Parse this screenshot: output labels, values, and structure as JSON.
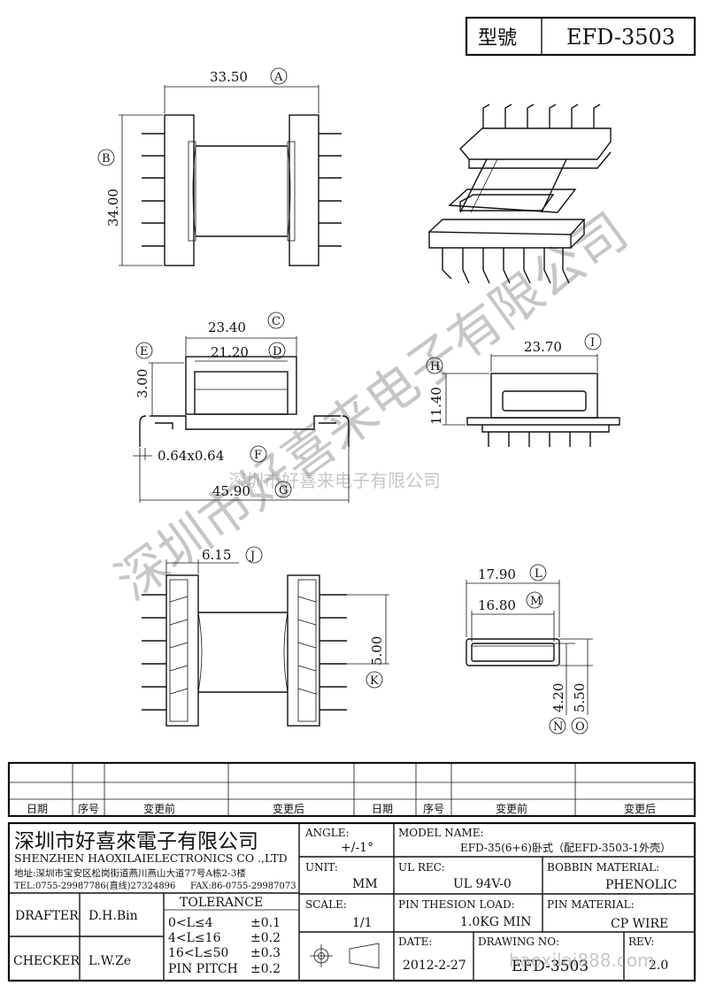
{
  "header": {
    "model_label": "型號",
    "model_value": "EFD-3503"
  },
  "dims": {
    "A": {
      "value": "33.50",
      "letter": "A"
    },
    "B": {
      "value": "34.00",
      "letter": "B"
    },
    "C": {
      "value": "23.40",
      "letter": "C"
    },
    "D": {
      "value": "21.20",
      "letter": "D"
    },
    "E": {
      "value": "3.00",
      "letter": "E"
    },
    "F": {
      "value": "0.64x0.64",
      "letter": "F"
    },
    "G": {
      "value": "45.90",
      "letter": "G"
    },
    "H": {
      "value": "11.40",
      "letter": "H"
    },
    "I": {
      "value": "23.70",
      "letter": "I"
    },
    "J": {
      "value": "6.15",
      "letter": "J"
    },
    "K": {
      "value": "5.00",
      "letter": "K"
    },
    "L": {
      "value": "17.90",
      "letter": "L"
    },
    "M": {
      "value": "16.80",
      "letter": "M"
    },
    "N": {
      "value": "4.20",
      "letter": "N"
    },
    "O": {
      "value": "5.50",
      "letter": "O"
    }
  },
  "watermark": {
    "diagonal": "深圳市好喜来电子有限公司",
    "horizontal": "深圳市好喜来电子有限公司",
    "site": "haoxilai888.com"
  },
  "revision": {
    "headers": [
      "日期",
      "序号",
      "变更前",
      "变更后",
      "日期",
      "序号",
      "变更前",
      "变更后"
    ]
  },
  "company": {
    "name_cn": "深圳市好喜來電子有限公司",
    "name_en": "SHENZHEN HAOXILAIELECTRONICS CO .,LTD",
    "address": "地址:深圳市宝安区松岗街道燕川燕山大道77号A栋2-3楼",
    "tel": "TEL:0755-29987786(直线)27324896",
    "fax": "FAX:86-0755-29987073"
  },
  "titleblock": {
    "angle_label": "ANGLE:",
    "angle_value": "+/-1°",
    "model_name_label": "MODEL NAME:",
    "model_name_value": "EFD-35(6+6)卧式（配EFD-3503-1外壳）",
    "unit_label": "UNIT:",
    "unit_value": "MM",
    "ul_label": "UL REC:",
    "ul_value": "UL 94V-0",
    "bobbin_label": "BOBBIN MATERIAL:",
    "bobbin_value": "PHENOLIC",
    "scale_label": "SCALE:",
    "scale_value": "1/1",
    "load_label": "PIN THESION LOAD:",
    "load_value": "1.0KG MIN",
    "pin_label": "PIN MATERIAL:",
    "pin_value": "CP  WIRE",
    "date_label": "DATE:",
    "date_value": "2012-2-27",
    "drawing_label": "DRAWING NO:",
    "drawing_value": "EFD-3503",
    "rev_label": "REV:",
    "rev_value": "2.0",
    "drafter_label": "DRAFTER",
    "drafter_value": "D.H.Bin",
    "checker_label": "CHECKER",
    "checker_value": "L.W.Ze",
    "tolerance_label": "TOLERANCE",
    "tol_rows": [
      {
        "range": "0<L≤4",
        "tol": "±0.1"
      },
      {
        "range": "4<L≤16",
        "tol": "±0.2"
      },
      {
        "range": "16<L≤50",
        "tol": "±0.3"
      },
      {
        "range": "PIN PITCH",
        "tol": "±0.2"
      }
    ]
  }
}
